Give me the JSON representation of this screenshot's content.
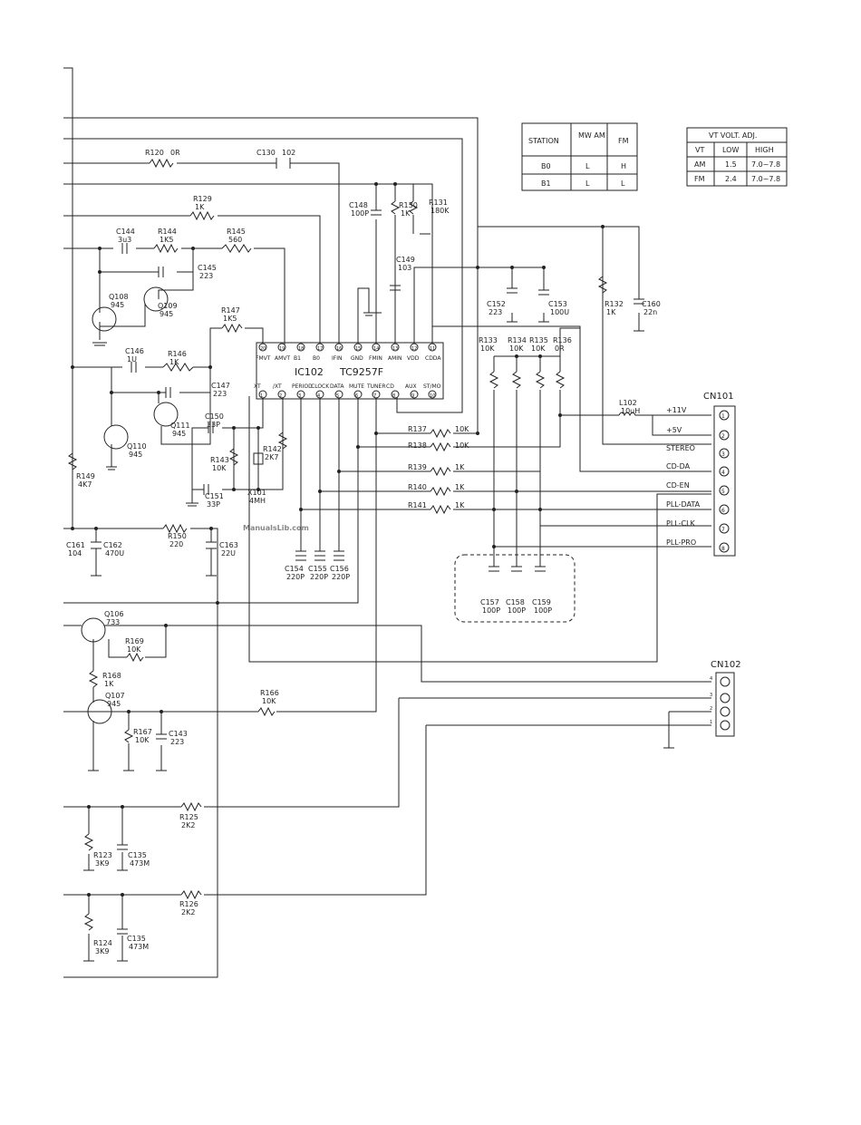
{
  "station_table": {
    "headers": [
      "STATION",
      "MW AM",
      "FM"
    ],
    "rows": [
      [
        "B0",
        "L",
        "H"
      ],
      [
        "B1",
        "L",
        "L"
      ]
    ]
  },
  "vt_table": {
    "title": "VT VOLT. ADJ.",
    "headers": [
      "VT",
      "LOW",
      "HIGH"
    ],
    "rows": [
      [
        "AM",
        "1.5",
        "7.0~7.8"
      ],
      [
        "FM",
        "2.4",
        "7.0~7.8"
      ]
    ]
  },
  "ic": {
    "ref": "IC102",
    "part": "TC9257F",
    "top_pins": [
      {
        "num": "20",
        "label": "FMVT"
      },
      {
        "num": "19",
        "label": "AMVT"
      },
      {
        "num": "18",
        "label": "B1"
      },
      {
        "num": "17",
        "label": "B0"
      },
      {
        "num": "16",
        "label": "IFIN"
      },
      {
        "num": "15",
        "label": "GND"
      },
      {
        "num": "14",
        "label": "FMIN"
      },
      {
        "num": "13",
        "label": "AMIN"
      },
      {
        "num": "12",
        "label": "VDD"
      },
      {
        "num": "11",
        "label": "CDDA"
      }
    ],
    "bottom_pins": [
      {
        "num": "1",
        "label": "XT"
      },
      {
        "num": "2",
        "label": "/XT"
      },
      {
        "num": "3",
        "label": "PERIOD"
      },
      {
        "num": "4",
        "label": "CLOCK"
      },
      {
        "num": "5",
        "label": "DATA"
      },
      {
        "num": "6",
        "label": "MUTE"
      },
      {
        "num": "7",
        "label": "TUNER"
      },
      {
        "num": "8",
        "label": "CD"
      },
      {
        "num": "9",
        "label": "AUX"
      },
      {
        "num": "10",
        "label": "ST/MO"
      }
    ]
  },
  "cn101": {
    "ref": "CN101",
    "pins": [
      {
        "num": "1",
        "label": "+11V"
      },
      {
        "num": "2",
        "label": "+5V"
      },
      {
        "num": "3",
        "label": "STEREO"
      },
      {
        "num": "4",
        "label": "CD-DA"
      },
      {
        "num": "5",
        "label": "CD-EN"
      },
      {
        "num": "6",
        "label": "PLL-DATA"
      },
      {
        "num": "7",
        "label": "PLL-CLK"
      },
      {
        "num": "8",
        "label": "PLL-PRO"
      }
    ]
  },
  "cn102": {
    "ref": "CN102",
    "pins": [
      {
        "num": "4"
      },
      {
        "num": "3"
      },
      {
        "num": "2"
      },
      {
        "num": "1"
      }
    ]
  },
  "parts": [
    {
      "id": "r120",
      "ref": "R120",
      "val": "0R"
    },
    {
      "id": "c130",
      "ref": "C130",
      "val": "102"
    },
    {
      "id": "r129",
      "ref": "R129",
      "val": "1K"
    },
    {
      "id": "c144",
      "ref": "C144",
      "val": "3u3"
    },
    {
      "id": "r144",
      "ref": "R144",
      "val": "1K5"
    },
    {
      "id": "r145",
      "ref": "R145",
      "val": "560"
    },
    {
      "id": "c145",
      "ref": "C145",
      "val": "223"
    },
    {
      "id": "q108",
      "ref": "Q108",
      "val": "945"
    },
    {
      "id": "q109",
      "ref": "Q109",
      "val": "945"
    },
    {
      "id": "r147",
      "ref": "R147",
      "val": "1K5"
    },
    {
      "id": "c146",
      "ref": "C146",
      "val": "1U"
    },
    {
      "id": "r146",
      "ref": "R146",
      "val": "1K"
    },
    {
      "id": "c147",
      "ref": "C147",
      "val": "223"
    },
    {
      "id": "q110",
      "ref": "Q110",
      "val": "945"
    },
    {
      "id": "q111",
      "ref": "Q111",
      "val": "945"
    },
    {
      "id": "r149",
      "ref": "R149",
      "val": "4K7"
    },
    {
      "id": "c150",
      "ref": "C150",
      "val": "33P"
    },
    {
      "id": "r143",
      "ref": "R143",
      "val": "10K"
    },
    {
      "id": "r142",
      "ref": "R142",
      "val": "2K7"
    },
    {
      "id": "c151",
      "ref": "C151",
      "val": "33P"
    },
    {
      "id": "x101",
      "ref": "X101",
      "val": "4MH"
    },
    {
      "id": "c148",
      "ref": "C148",
      "val": "100P"
    },
    {
      "id": "r130",
      "ref": "R130",
      "val": "1K"
    },
    {
      "id": "r131",
      "ref": "R131",
      "val": "180K"
    },
    {
      "id": "c149",
      "ref": "C149",
      "val": "103"
    },
    {
      "id": "c152",
      "ref": "C152",
      "val": "223"
    },
    {
      "id": "c153",
      "ref": "C153",
      "val": "100U"
    },
    {
      "id": "r132",
      "ref": "R132",
      "val": "1K"
    },
    {
      "id": "c160",
      "ref": "C160",
      "val": "22n"
    },
    {
      "id": "r133",
      "ref": "R133",
      "val": "10K"
    },
    {
      "id": "r134",
      "ref": "R134",
      "val": "10K"
    },
    {
      "id": "r135",
      "ref": "R135",
      "val": "10K"
    },
    {
      "id": "r136",
      "ref": "R136",
      "val": "0R"
    },
    {
      "id": "l102",
      "ref": "L102",
      "val": "10uH"
    },
    {
      "id": "r137",
      "ref": "R137",
      "val": "10K"
    },
    {
      "id": "r138",
      "ref": "R138",
      "val": "10K"
    },
    {
      "id": "r139",
      "ref": "R139",
      "val": "1K"
    },
    {
      "id": "r140",
      "ref": "R140",
      "val": "1K"
    },
    {
      "id": "r141",
      "ref": "R141",
      "val": "1K"
    },
    {
      "id": "c161",
      "ref": "C161",
      "val": "104"
    },
    {
      "id": "c162",
      "ref": "C162",
      "val": "470U"
    },
    {
      "id": "r150",
      "ref": "R150",
      "val": "220"
    },
    {
      "id": "c163",
      "ref": "C163",
      "val": "22U"
    },
    {
      "id": "c154",
      "ref": "C154",
      "val": "220P"
    },
    {
      "id": "c155",
      "ref": "C155",
      "val": "220P"
    },
    {
      "id": "c156",
      "ref": "C156",
      "val": "220P"
    },
    {
      "id": "c157",
      "ref": "C157",
      "val": "100P"
    },
    {
      "id": "c158",
      "ref": "C158",
      "val": "100P"
    },
    {
      "id": "c159",
      "ref": "C159",
      "val": "100P"
    },
    {
      "id": "q106",
      "ref": "Q106",
      "val": "733"
    },
    {
      "id": "r169",
      "ref": "R169",
      "val": "10K"
    },
    {
      "id": "r168",
      "ref": "R168",
      "val": "1K"
    },
    {
      "id": "q107",
      "ref": "Q107",
      "val": "945"
    },
    {
      "id": "r166",
      "ref": "R166",
      "val": "10K"
    },
    {
      "id": "r167",
      "ref": "R167",
      "val": "10K"
    },
    {
      "id": "c143",
      "ref": "C143",
      "val": "223"
    },
    {
      "id": "r125",
      "ref": "R125",
      "val": "2K2"
    },
    {
      "id": "r123",
      "ref": "R123",
      "val": "3K9"
    },
    {
      "id": "c135a",
      "ref": "C135",
      "val": "473M"
    },
    {
      "id": "r126",
      "ref": "R126",
      "val": "2K2"
    },
    {
      "id": "r124",
      "ref": "R124",
      "val": "3K9"
    },
    {
      "id": "c135b",
      "ref": "C135",
      "val": "473M"
    }
  ],
  "watermark": "ManualsLib.com"
}
